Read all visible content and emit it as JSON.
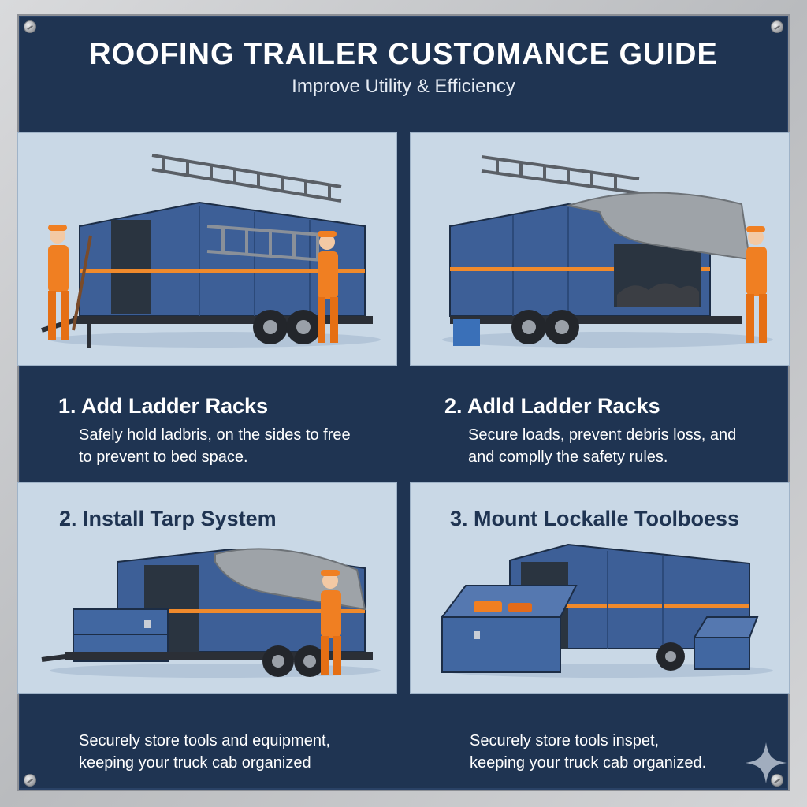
{
  "header": {
    "title": "ROOFING TRAILER CUSTOMANCE GUIDE",
    "subtitle": "Improve Utility & Efficiency"
  },
  "sections": [
    {
      "heading": "1. Add Ladder Racks",
      "lines": [
        "Safely hold ladbris, on the sides to free",
        "to prevent to bed space."
      ]
    },
    {
      "heading": "2. Adld Ladder Racks",
      "lines": [
        "Secure loads, prevent debris loss, and",
        "and complly the safety rules."
      ]
    },
    {
      "heading": "2. Install Tarp System",
      "lines": [
        "Securely store tools and equipment,",
        "keeping your truck cab organized"
      ]
    },
    {
      "heading": "3. Mount Lockalle Toolboess",
      "lines": [
        "Securely store tools inspet,",
        "keeping your truck cab organized."
      ]
    }
  ],
  "colors": {
    "navy": "#1f3452",
    "trailer_blue": "#3d5f97",
    "stripe_orange": "#f08a2c",
    "worker_orange": "#f07f22",
    "panel_bg": "#c9d8e6",
    "tarp_gray": "#9ea3a8"
  },
  "icons": [
    "ladder-rack-illustration",
    "tarp-illustration",
    "toolbox-illustration",
    "sparkle-icon"
  ]
}
